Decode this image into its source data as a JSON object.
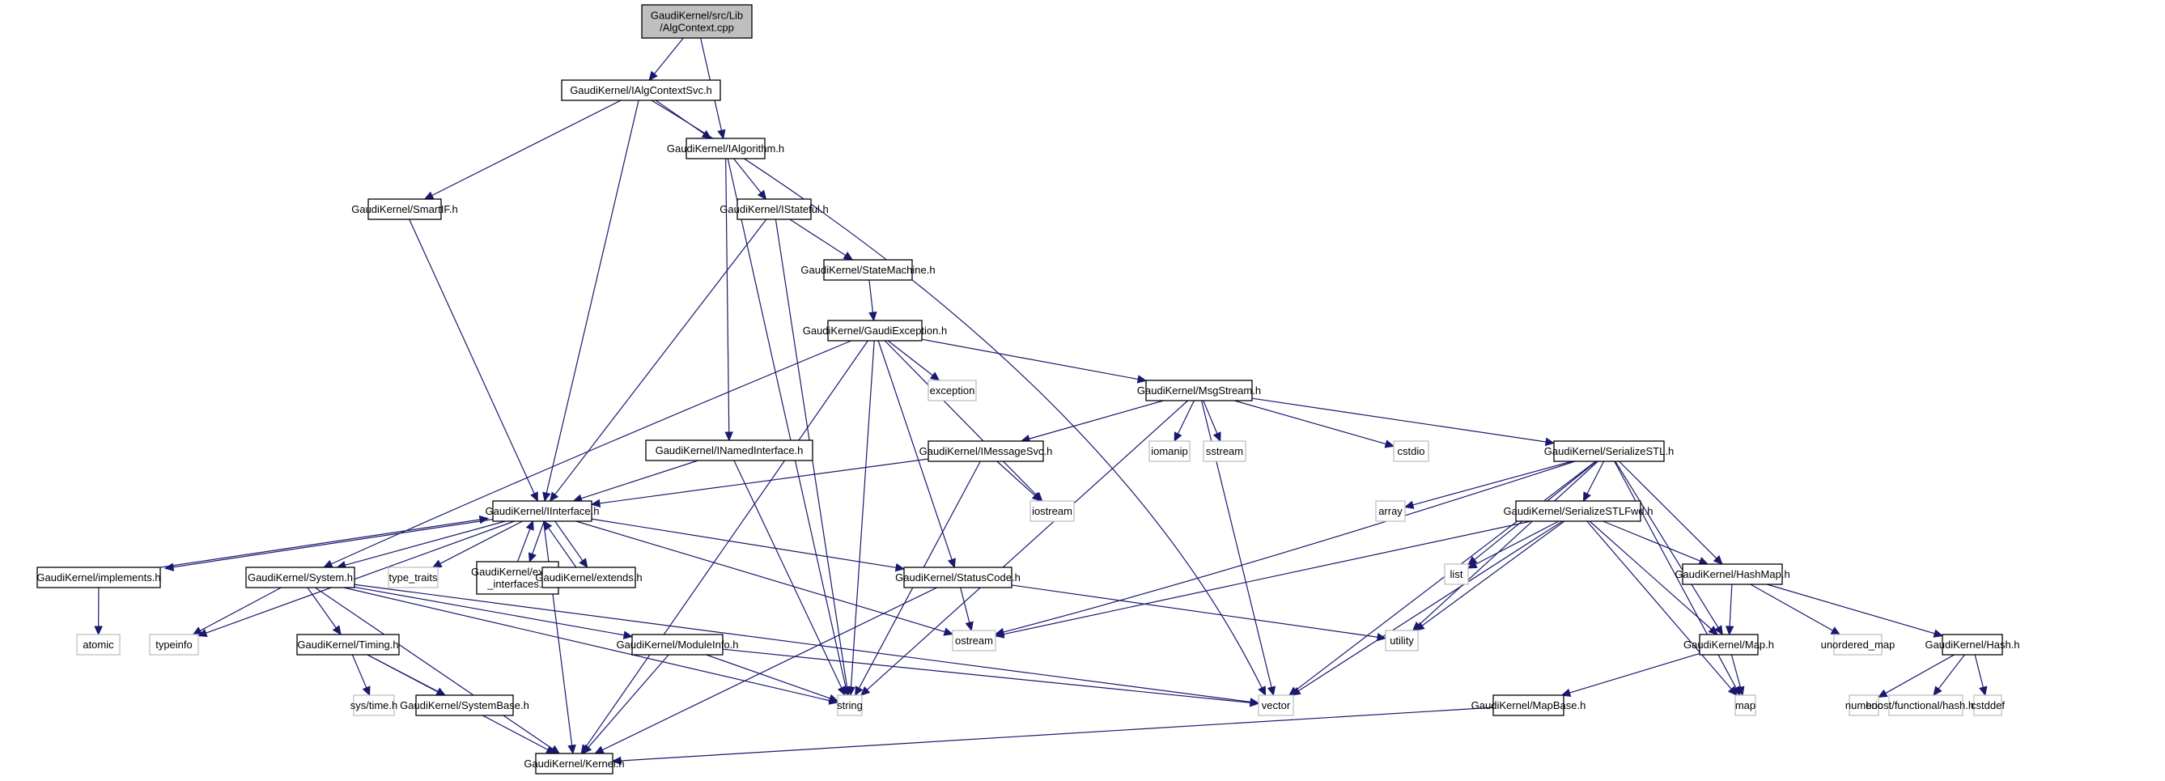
{
  "title": "GaudiKernel/src/Lib/AlgContext.cpp include dependency graph",
  "colors": {
    "edge": "#191970",
    "local_border": "#000000",
    "system_border": "#bfbfbf",
    "root_fill": "#bfbfbf"
  },
  "nodes": [
    {
      "id": "root",
      "label": [
        "GaudiKernel/src/Lib",
        "/AlgContext.cpp"
      ],
      "kind": "root"
    },
    {
      "id": "IAlgContextSvc",
      "label": [
        "GaudiKernel/IAlgContextSvc.h"
      ],
      "kind": "local"
    },
    {
      "id": "IAlgorithm",
      "label": [
        "GaudiKernel/IAlgorithm.h"
      ],
      "kind": "local"
    },
    {
      "id": "SmartIF",
      "label": [
        "GaudiKernel/SmartIF.h"
      ],
      "kind": "local"
    },
    {
      "id": "IStateful",
      "label": [
        "GaudiKernel/IStateful.h"
      ],
      "kind": "local"
    },
    {
      "id": "StateMachine",
      "label": [
        "GaudiKernel/StateMachine.h"
      ],
      "kind": "local"
    },
    {
      "id": "GaudiException",
      "label": [
        "GaudiKernel/GaudiException.h"
      ],
      "kind": "local"
    },
    {
      "id": "exception",
      "label": [
        "exception"
      ],
      "kind": "system"
    },
    {
      "id": "MsgStream",
      "label": [
        "GaudiKernel/MsgStream.h"
      ],
      "kind": "local"
    },
    {
      "id": "INamedInterface",
      "label": [
        "GaudiKernel/INamedInterface.h"
      ],
      "kind": "local"
    },
    {
      "id": "IMessageSvc",
      "label": [
        "GaudiKernel/IMessageSvc.h"
      ],
      "kind": "local"
    },
    {
      "id": "iomanip",
      "label": [
        "iomanip"
      ],
      "kind": "system"
    },
    {
      "id": "sstream",
      "label": [
        "sstream"
      ],
      "kind": "system"
    },
    {
      "id": "cstdio",
      "label": [
        "cstdio"
      ],
      "kind": "system"
    },
    {
      "id": "SerializeSTL",
      "label": [
        "GaudiKernel/SerializeSTL.h"
      ],
      "kind": "local"
    },
    {
      "id": "IInterface",
      "label": [
        "GaudiKernel/IInterface.h"
      ],
      "kind": "local"
    },
    {
      "id": "iostream",
      "label": [
        "iostream"
      ],
      "kind": "system"
    },
    {
      "id": "array",
      "label": [
        "array"
      ],
      "kind": "system"
    },
    {
      "id": "SerializeSTLFwd",
      "label": [
        "GaudiKernel/SerializeSTLFwd.h"
      ],
      "kind": "local"
    },
    {
      "id": "implements",
      "label": [
        "GaudiKernel/implements.h"
      ],
      "kind": "local"
    },
    {
      "id": "System",
      "label": [
        "GaudiKernel/System.h"
      ],
      "kind": "local"
    },
    {
      "id": "type_traits",
      "label": [
        "type_traits"
      ],
      "kind": "system"
    },
    {
      "id": "extend_interfaces",
      "label": [
        "GaudiKernel/extend",
        "_interfaces.h"
      ],
      "kind": "local"
    },
    {
      "id": "extends",
      "label": [
        "GaudiKernel/extends.h"
      ],
      "kind": "local"
    },
    {
      "id": "StatusCode",
      "label": [
        "GaudiKernel/StatusCode.h"
      ],
      "kind": "local"
    },
    {
      "id": "list",
      "label": [
        "list"
      ],
      "kind": "system"
    },
    {
      "id": "HashMap",
      "label": [
        "GaudiKernel/HashMap.h"
      ],
      "kind": "local"
    },
    {
      "id": "atomic",
      "label": [
        "atomic"
      ],
      "kind": "system"
    },
    {
      "id": "typeinfo",
      "label": [
        "typeinfo"
      ],
      "kind": "system"
    },
    {
      "id": "Timing",
      "label": [
        "GaudiKernel/Timing.h"
      ],
      "kind": "local"
    },
    {
      "id": "ModuleInfo",
      "label": [
        "GaudiKernel/ModuleInfo.h"
      ],
      "kind": "local"
    },
    {
      "id": "ostream",
      "label": [
        "ostream"
      ],
      "kind": "system"
    },
    {
      "id": "utility",
      "label": [
        "utility"
      ],
      "kind": "system"
    },
    {
      "id": "Map",
      "label": [
        "GaudiKernel/Map.h"
      ],
      "kind": "local"
    },
    {
      "id": "unordered_map",
      "label": [
        "unordered_map"
      ],
      "kind": "system"
    },
    {
      "id": "Hash",
      "label": [
        "GaudiKernel/Hash.h"
      ],
      "kind": "local"
    },
    {
      "id": "sys_time",
      "label": [
        "sys/time.h"
      ],
      "kind": "system"
    },
    {
      "id": "SystemBase",
      "label": [
        "GaudiKernel/SystemBase.h"
      ],
      "kind": "local"
    },
    {
      "id": "string",
      "label": [
        "string"
      ],
      "kind": "system"
    },
    {
      "id": "vector",
      "label": [
        "vector"
      ],
      "kind": "system"
    },
    {
      "id": "MapBase",
      "label": [
        "GaudiKernel/MapBase.h"
      ],
      "kind": "local"
    },
    {
      "id": "map",
      "label": [
        "map"
      ],
      "kind": "system"
    },
    {
      "id": "numeric",
      "label": [
        "numeric"
      ],
      "kind": "system"
    },
    {
      "id": "boost_hash",
      "label": [
        "boost/functional/hash.hpp"
      ],
      "kind": "system"
    },
    {
      "id": "cstddef",
      "label": [
        "cstddef"
      ],
      "kind": "system"
    },
    {
      "id": "Kernel",
      "label": [
        "GaudiKernel/Kernel.h"
      ],
      "kind": "local"
    }
  ],
  "edges": [
    [
      "root",
      "IAlgContextSvc"
    ],
    [
      "root",
      "IAlgorithm"
    ],
    [
      "IAlgContextSvc",
      "IAlgorithm"
    ],
    [
      "IAlgContextSvc",
      "SmartIF"
    ],
    [
      "IAlgContextSvc",
      "IInterface"
    ],
    [
      "IAlgContextSvc",
      "vector"
    ],
    [
      "IAlgorithm",
      "IStateful"
    ],
    [
      "IAlgorithm",
      "INamedInterface"
    ],
    [
      "IAlgorithm",
      "string"
    ],
    [
      "SmartIF",
      "IInterface"
    ],
    [
      "IStateful",
      "StateMachine"
    ],
    [
      "IStateful",
      "IInterface"
    ],
    [
      "IStateful",
      "string"
    ],
    [
      "StateMachine",
      "GaudiException"
    ],
    [
      "GaudiException",
      "exception"
    ],
    [
      "GaudiException",
      "MsgStream"
    ],
    [
      "GaudiException",
      "System"
    ],
    [
      "GaudiException",
      "StatusCode"
    ],
    [
      "GaudiException",
      "string"
    ],
    [
      "GaudiException",
      "iostream"
    ],
    [
      "GaudiException",
      "Kernel"
    ],
    [
      "MsgStream",
      "IMessageSvc"
    ],
    [
      "MsgStream",
      "iomanip"
    ],
    [
      "MsgStream",
      "sstream"
    ],
    [
      "MsgStream",
      "cstdio"
    ],
    [
      "MsgStream",
      "SerializeSTL"
    ],
    [
      "MsgStream",
      "string"
    ],
    [
      "MsgStream",
      "vector"
    ],
    [
      "INamedInterface",
      "IInterface"
    ],
    [
      "INamedInterface",
      "string"
    ],
    [
      "IMessageSvc",
      "IInterface"
    ],
    [
      "IMessageSvc",
      "iostream"
    ],
    [
      "IMessageSvc",
      "string"
    ],
    [
      "SerializeSTL",
      "array"
    ],
    [
      "SerializeSTL",
      "SerializeSTLFwd"
    ],
    [
      "SerializeSTL",
      "list"
    ],
    [
      "SerializeSTL",
      "ostream"
    ],
    [
      "SerializeSTL",
      "utility"
    ],
    [
      "SerializeSTL",
      "vector"
    ],
    [
      "SerializeSTL",
      "Map"
    ],
    [
      "SerializeSTL",
      "HashMap"
    ],
    [
      "SerializeSTL",
      "map"
    ],
    [
      "SerializeSTLFwd",
      "list"
    ],
    [
      "SerializeSTLFwd",
      "ostream"
    ],
    [
      "SerializeSTLFwd",
      "utility"
    ],
    [
      "SerializeSTLFwd",
      "vector"
    ],
    [
      "SerializeSTLFwd",
      "Map"
    ],
    [
      "SerializeSTLFwd",
      "HashMap"
    ],
    [
      "SerializeSTLFwd",
      "map"
    ],
    [
      "IInterface",
      "implements"
    ],
    [
      "IInterface",
      "System"
    ],
    [
      "IInterface",
      "type_traits"
    ],
    [
      "IInterface",
      "extend_interfaces"
    ],
    [
      "IInterface",
      "extends"
    ],
    [
      "IInterface",
      "StatusCode"
    ],
    [
      "IInterface",
      "typeinfo"
    ],
    [
      "IInterface",
      "ostream"
    ],
    [
      "IInterface",
      "Kernel"
    ],
    [
      "implements",
      "IInterface"
    ],
    [
      "implements",
      "atomic"
    ],
    [
      "extend_interfaces",
      "IInterface"
    ],
    [
      "extends",
      "IInterface"
    ],
    [
      "System",
      "typeinfo"
    ],
    [
      "System",
      "Timing"
    ],
    [
      "System",
      "ModuleInfo"
    ],
    [
      "System",
      "Kernel"
    ],
    [
      "System",
      "string"
    ],
    [
      "System",
      "vector"
    ],
    [
      "StatusCode",
      "ostream"
    ],
    [
      "StatusCode",
      "utility"
    ],
    [
      "StatusCode",
      "Kernel"
    ],
    [
      "Timing",
      "sys_time"
    ],
    [
      "Timing",
      "SystemBase"
    ],
    [
      "Timing",
      "Kernel"
    ],
    [
      "ModuleInfo",
      "Kernel"
    ],
    [
      "ModuleInfo",
      "string"
    ],
    [
      "ModuleInfo",
      "vector"
    ],
    [
      "HashMap",
      "Map"
    ],
    [
      "HashMap",
      "unordered_map"
    ],
    [
      "HashMap",
      "Hash"
    ],
    [
      "Map",
      "map"
    ],
    [
      "Map",
      "MapBase"
    ],
    [
      "MapBase",
      "Kernel"
    ],
    [
      "Hash",
      "numeric"
    ],
    [
      "Hash",
      "boost_hash"
    ],
    [
      "Hash",
      "cstddef"
    ]
  ]
}
